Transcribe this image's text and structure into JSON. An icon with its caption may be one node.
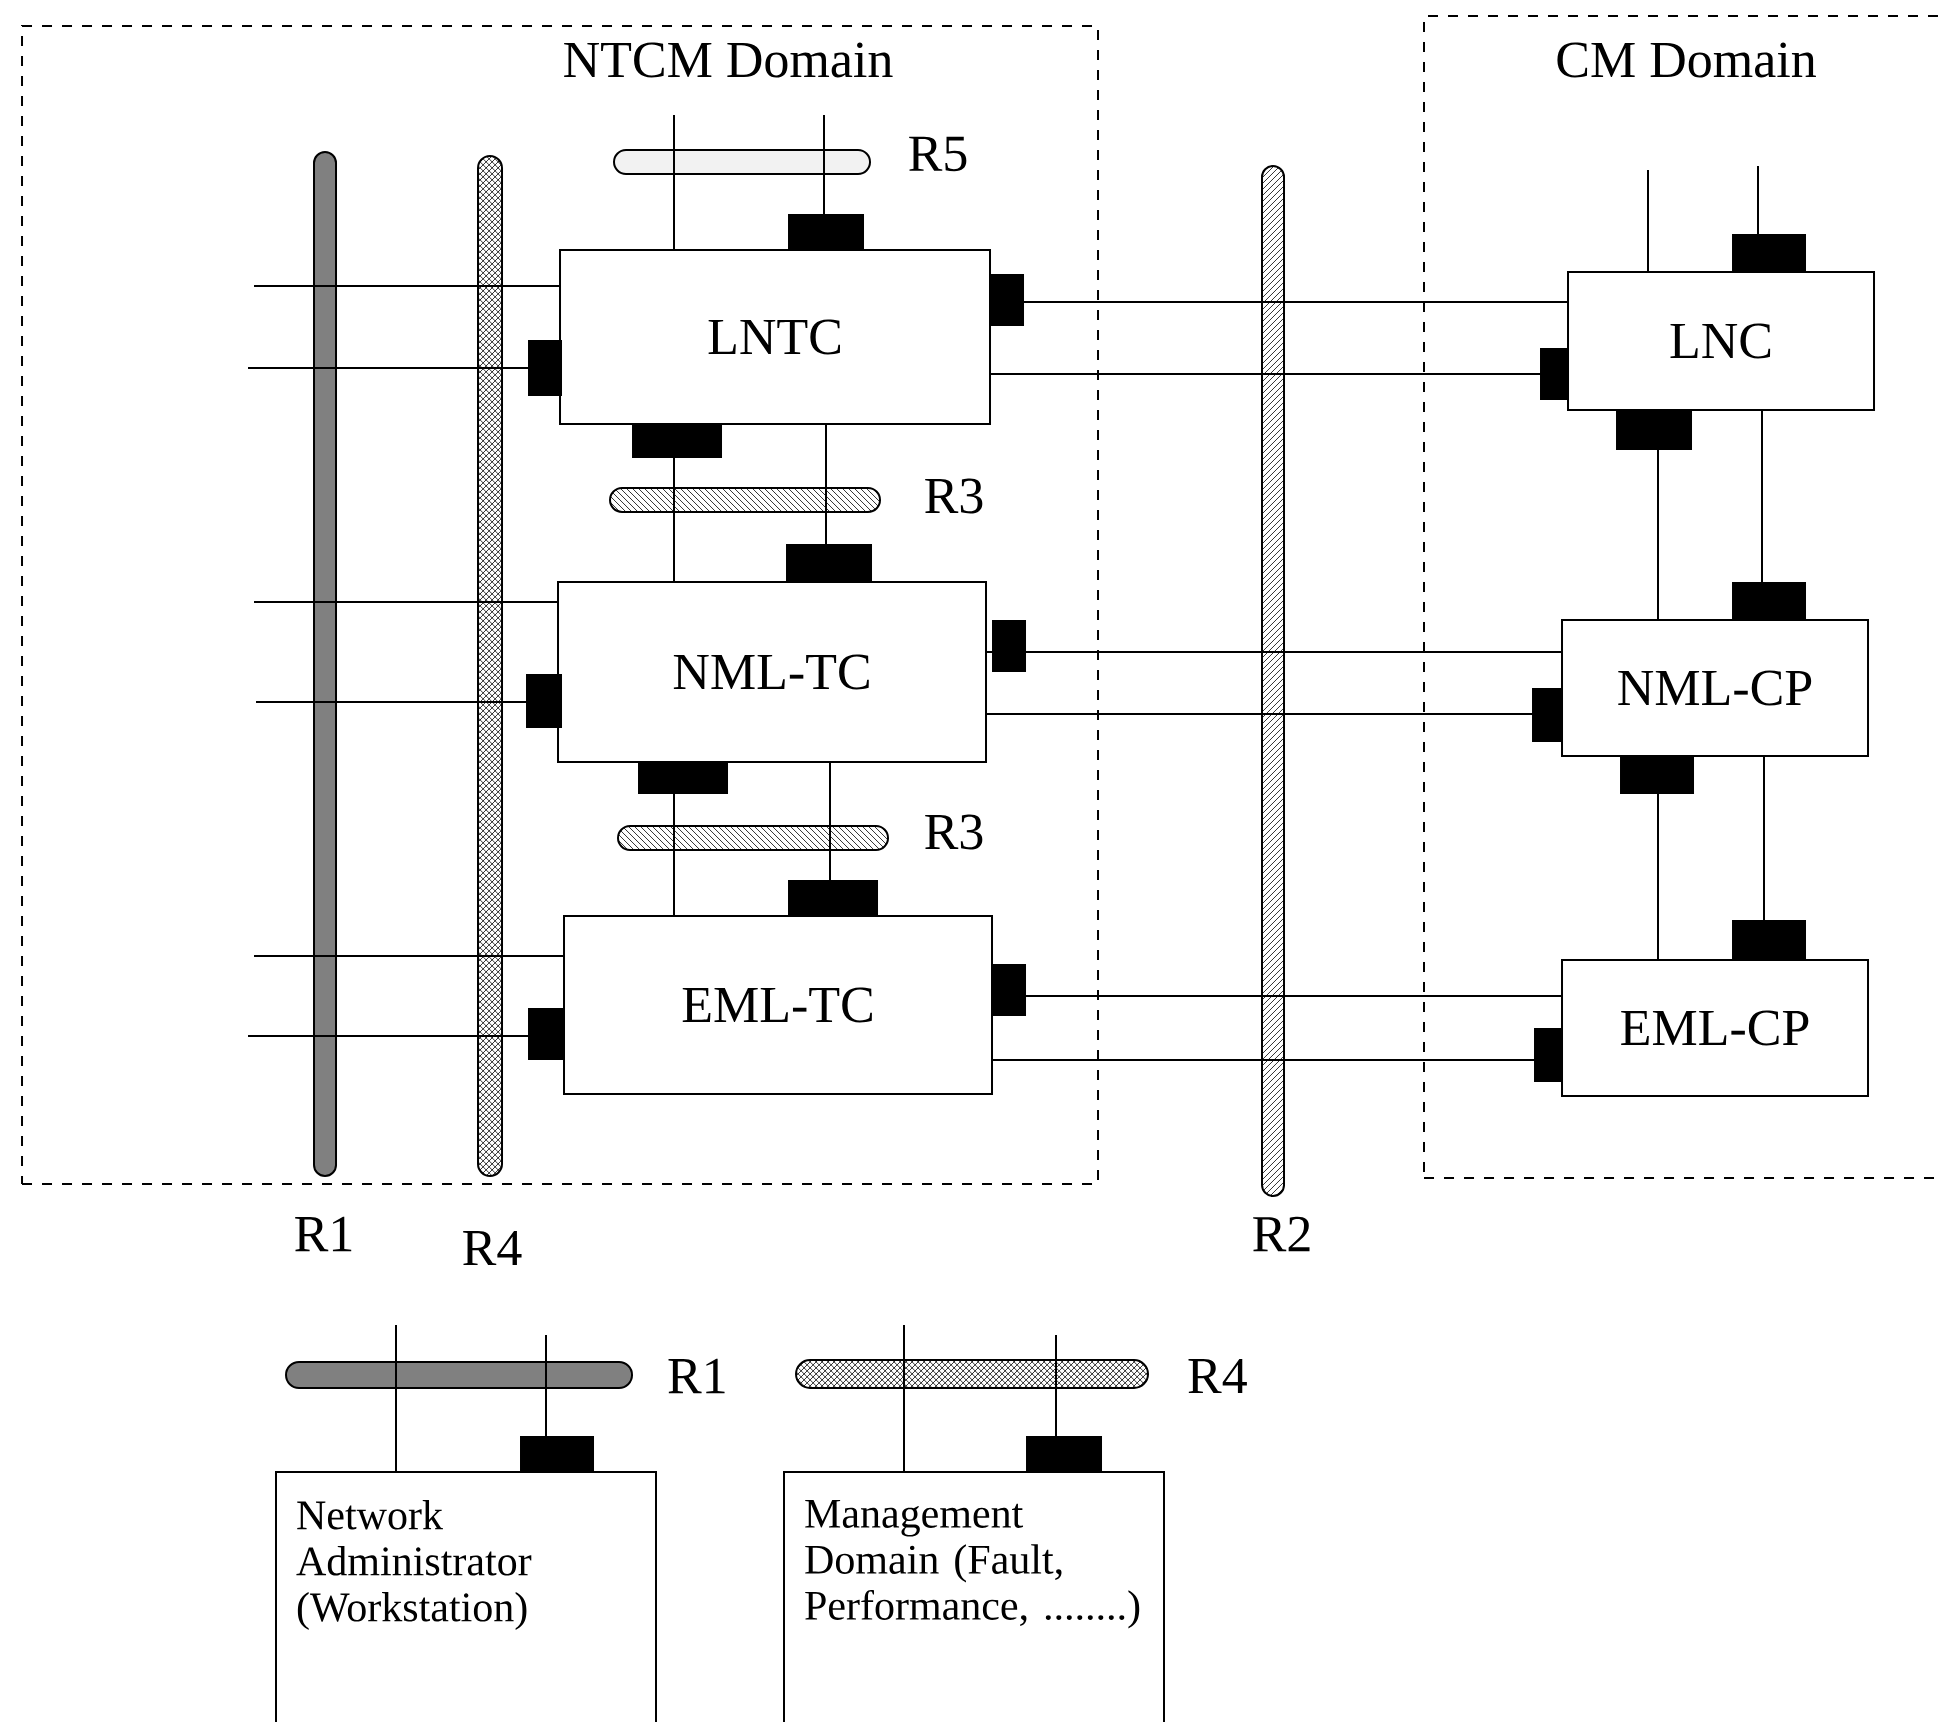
{
  "diagram": {
    "nodes": [
      {
        "text": [
          "NTCM Domain"
        ]
      },
      {
        "text": [],
        "shape": "bar",
        "in": 0,
        "beside": [
          "R1"
        ]
      },
      {
        "text": [],
        "shape": "bar",
        "in": 0,
        "beside": [
          "R4"
        ]
      },
      {
        "text": [],
        "shape": "bar",
        "in": 0,
        "beside": [
          "R5"
        ]
      },
      {
        "text": [
          "LNTC"
        ],
        "in": 0
      },
      {
        "text": [],
        "shape": "bar",
        "in": 0,
        "beside": [
          "R3"
        ]
      },
      {
        "text": [
          "NML-TC"
        ],
        "in": 0
      },
      {
        "text": [],
        "shape": "bar",
        "in": 0,
        "beside": [
          "R3"
        ]
      },
      {
        "text": [
          "EML-TC"
        ],
        "in": 0
      },
      {
        "text": [],
        "shape": "bar",
        "beside": [
          "R2"
        ]
      },
      {
        "text": [
          "CM Domain"
        ]
      },
      {
        "text": [
          "LNC"
        ],
        "in": 10
      },
      {
        "text": [
          "NML-CP"
        ],
        "in": 10
      },
      {
        "text": [
          "EML-CP"
        ],
        "in": 10
      },
      {
        "text": [],
        "shape": "bar",
        "beside": [
          "R1"
        ]
      },
      {
        "text": [],
        "shape": "bar",
        "beside": [
          "R4"
        ]
      },
      {
        "text": [
          "Network Administrator (Workstation)"
        ]
      },
      {
        "text": [
          "Management Domain (Fault, Performance, ........)"
        ]
      }
    ],
    "edges": [
      {
        "from": 4,
        "to": null,
        "arrow": "none"
      },
      {
        "from": 4,
        "to": null,
        "arrow": "other"
      },
      {
        "from": 4,
        "to": 3,
        "arrow": "none"
      },
      {
        "from": 4,
        "to": 3,
        "arrow": "other"
      },
      {
        "from": 4,
        "to": 11,
        "arrow": "other"
      },
      {
        "from": 11,
        "to": 4,
        "arrow": "other"
      },
      {
        "from": 4,
        "to": 6,
        "arrow": "other"
      },
      {
        "from": 6,
        "to": 4,
        "arrow": "other"
      },
      {
        "from": 6,
        "to": null,
        "arrow": "none"
      },
      {
        "from": 6,
        "to": null,
        "arrow": "other"
      },
      {
        "from": 6,
        "to": 12,
        "arrow": "other"
      },
      {
        "from": 12,
        "to": 6,
        "arrow": "other"
      },
      {
        "from": 6,
        "to": 8,
        "arrow": "other"
      },
      {
        "from": 8,
        "to": 6,
        "arrow": "other"
      },
      {
        "from": 8,
        "to": null,
        "arrow": "none"
      },
      {
        "from": 8,
        "to": null,
        "arrow": "other"
      },
      {
        "from": 8,
        "to": 13,
        "arrow": "other"
      },
      {
        "from": 13,
        "to": 8,
        "arrow": "other"
      },
      {
        "from": 11,
        "to": null,
        "arrow": "none"
      },
      {
        "from": 11,
        "to": null,
        "arrow": "other"
      },
      {
        "from": 11,
        "to": 12,
        "arrow": "other"
      },
      {
        "from": 12,
        "to": 11,
        "arrow": "other"
      },
      {
        "from": 12,
        "to": 13,
        "arrow": "other"
      },
      {
        "from": 13,
        "to": 12,
        "arrow": "other"
      },
      {
        "from": 16,
        "to": 14,
        "arrow": "none"
      },
      {
        "from": 16,
        "to": 14,
        "arrow": "other"
      },
      {
        "from": 17,
        "to": 15,
        "arrow": "none"
      },
      {
        "from": 17,
        "to": 15,
        "arrow": "other"
      }
    ]
  }
}
